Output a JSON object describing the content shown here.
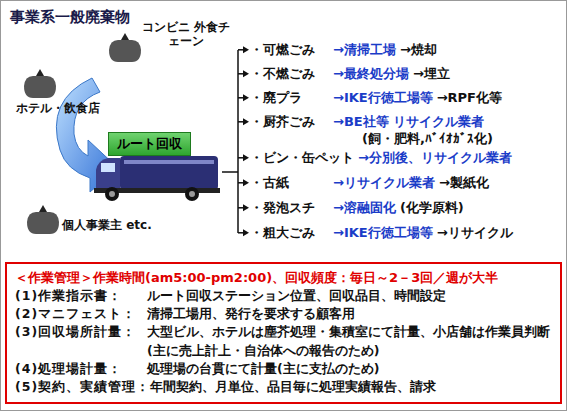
{
  "diagram": {
    "nodes": [
      {
        "text": [
          "ルート回収"
        ]
      },
      {
        "text": [
          "＜作業管理＞作業時間(am5:00-pm2:00)、回収頻度：毎日～2－3回／週が大半",
          "(1)作業指示書：",
          "ルート回収ステーション位置、回収品目、時間設定",
          "(2)マニフェスト：",
          "清掃工場用、発行を要求する顧客用",
          "(3)回収場所計量：",
          "大型ビル、ホテルは塵芥処理・集積室にて計量、小店舗は作業員判断(主に売上計上・自治体への報告のため)",
          "(4)処理場計量：",
          "処理場の台貫にて計量(主に支払のため)",
          "(5)契約、実績管理：",
          "年間契約、月単位、品目毎に処理実績報告、請求"
        ]
      }
    ],
    "labels": [
      "事業系一般廃棄物",
      "コンビニ 外食チェーン",
      "ホテル・飲食店",
      "個人事業主 etc.",
      "・可燃ごみ",
      "→清掃工場",
      "→焼却",
      "・不燃ごみ",
      "→最終処分場",
      "→埋立",
      "・廃プラ",
      "→IKE行徳工場等",
      "→RPF化等",
      "・厨芥ごみ",
      "→BE社等 リサイクル業者",
      "(飼・肥料,ﾊﾞｲｵｶﾞｽ化)",
      "・ビン・缶ペット",
      "→分別後、リサイクル業者",
      "・古紙",
      "→リサイクル業者",
      "→製紙化",
      "・発泡スチ",
      "→溶融固化",
      "(化学原料)",
      "・粗大ごみ",
      "→IKE行徳工場等",
      "→リサイクル"
    ]
  }
}
